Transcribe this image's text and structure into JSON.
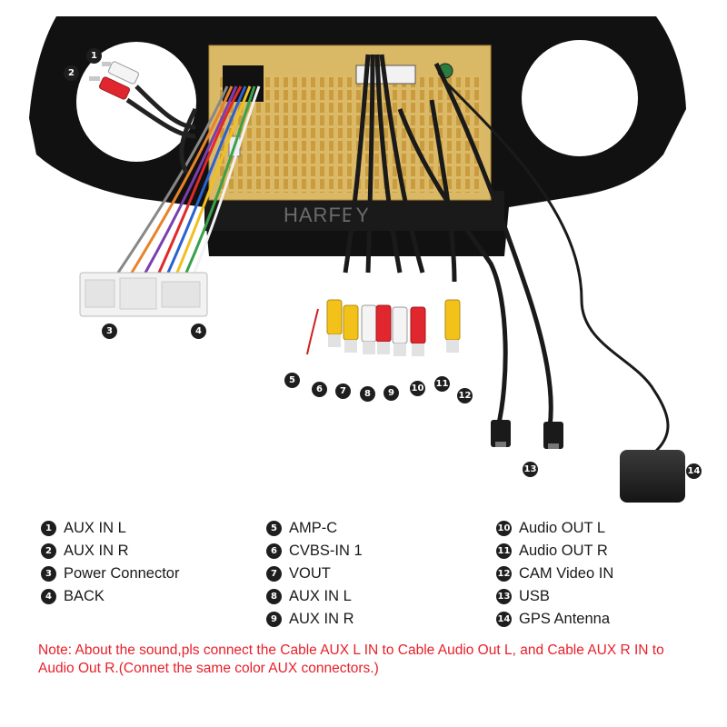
{
  "watermark": "HARFEY",
  "markers": [
    "1",
    "2",
    "3",
    "4",
    "5",
    "6",
    "7",
    "8",
    "9",
    "10",
    "11",
    "12",
    "13",
    "14"
  ],
  "legend": {
    "col1": [
      {
        "num": "1",
        "label": "AUX IN L"
      },
      {
        "num": "2",
        "label": "AUX IN R"
      },
      {
        "num": "3",
        "label": "Power Connector"
      },
      {
        "num": "4",
        "label": "BACK"
      }
    ],
    "col2": [
      {
        "num": "5",
        "label": "AMP-C"
      },
      {
        "num": "6",
        "label": "CVBS-IN 1"
      },
      {
        "num": "7",
        "label": "VOUT"
      },
      {
        "num": "8",
        "label": "AUX IN L"
      },
      {
        "num": "9",
        "label": "AUX IN R"
      }
    ],
    "col3": [
      {
        "num": "10",
        "label": "Audio OUT L"
      },
      {
        "num": "11",
        "label": "Audio OUT R"
      },
      {
        "num": "12",
        "label": "CAM Video IN"
      },
      {
        "num": "13",
        "label": "USB"
      },
      {
        "num": "14",
        "label": "GPS Antenna"
      }
    ]
  },
  "note": "Note: About the sound,pls connect the Cable AUX L IN to Cable Audio Out L, and Cable AUX R IN to  Audio Out R.(Connet the same color AUX connectors.)",
  "colors": {
    "marker": "#1e1e1e",
    "note": "#e8202a",
    "rca_red": "#e0262e",
    "rca_white": "#f4f4f4",
    "rca_yellow": "#f2c21b",
    "chassis": "#d9b866",
    "frame": "#111111"
  }
}
